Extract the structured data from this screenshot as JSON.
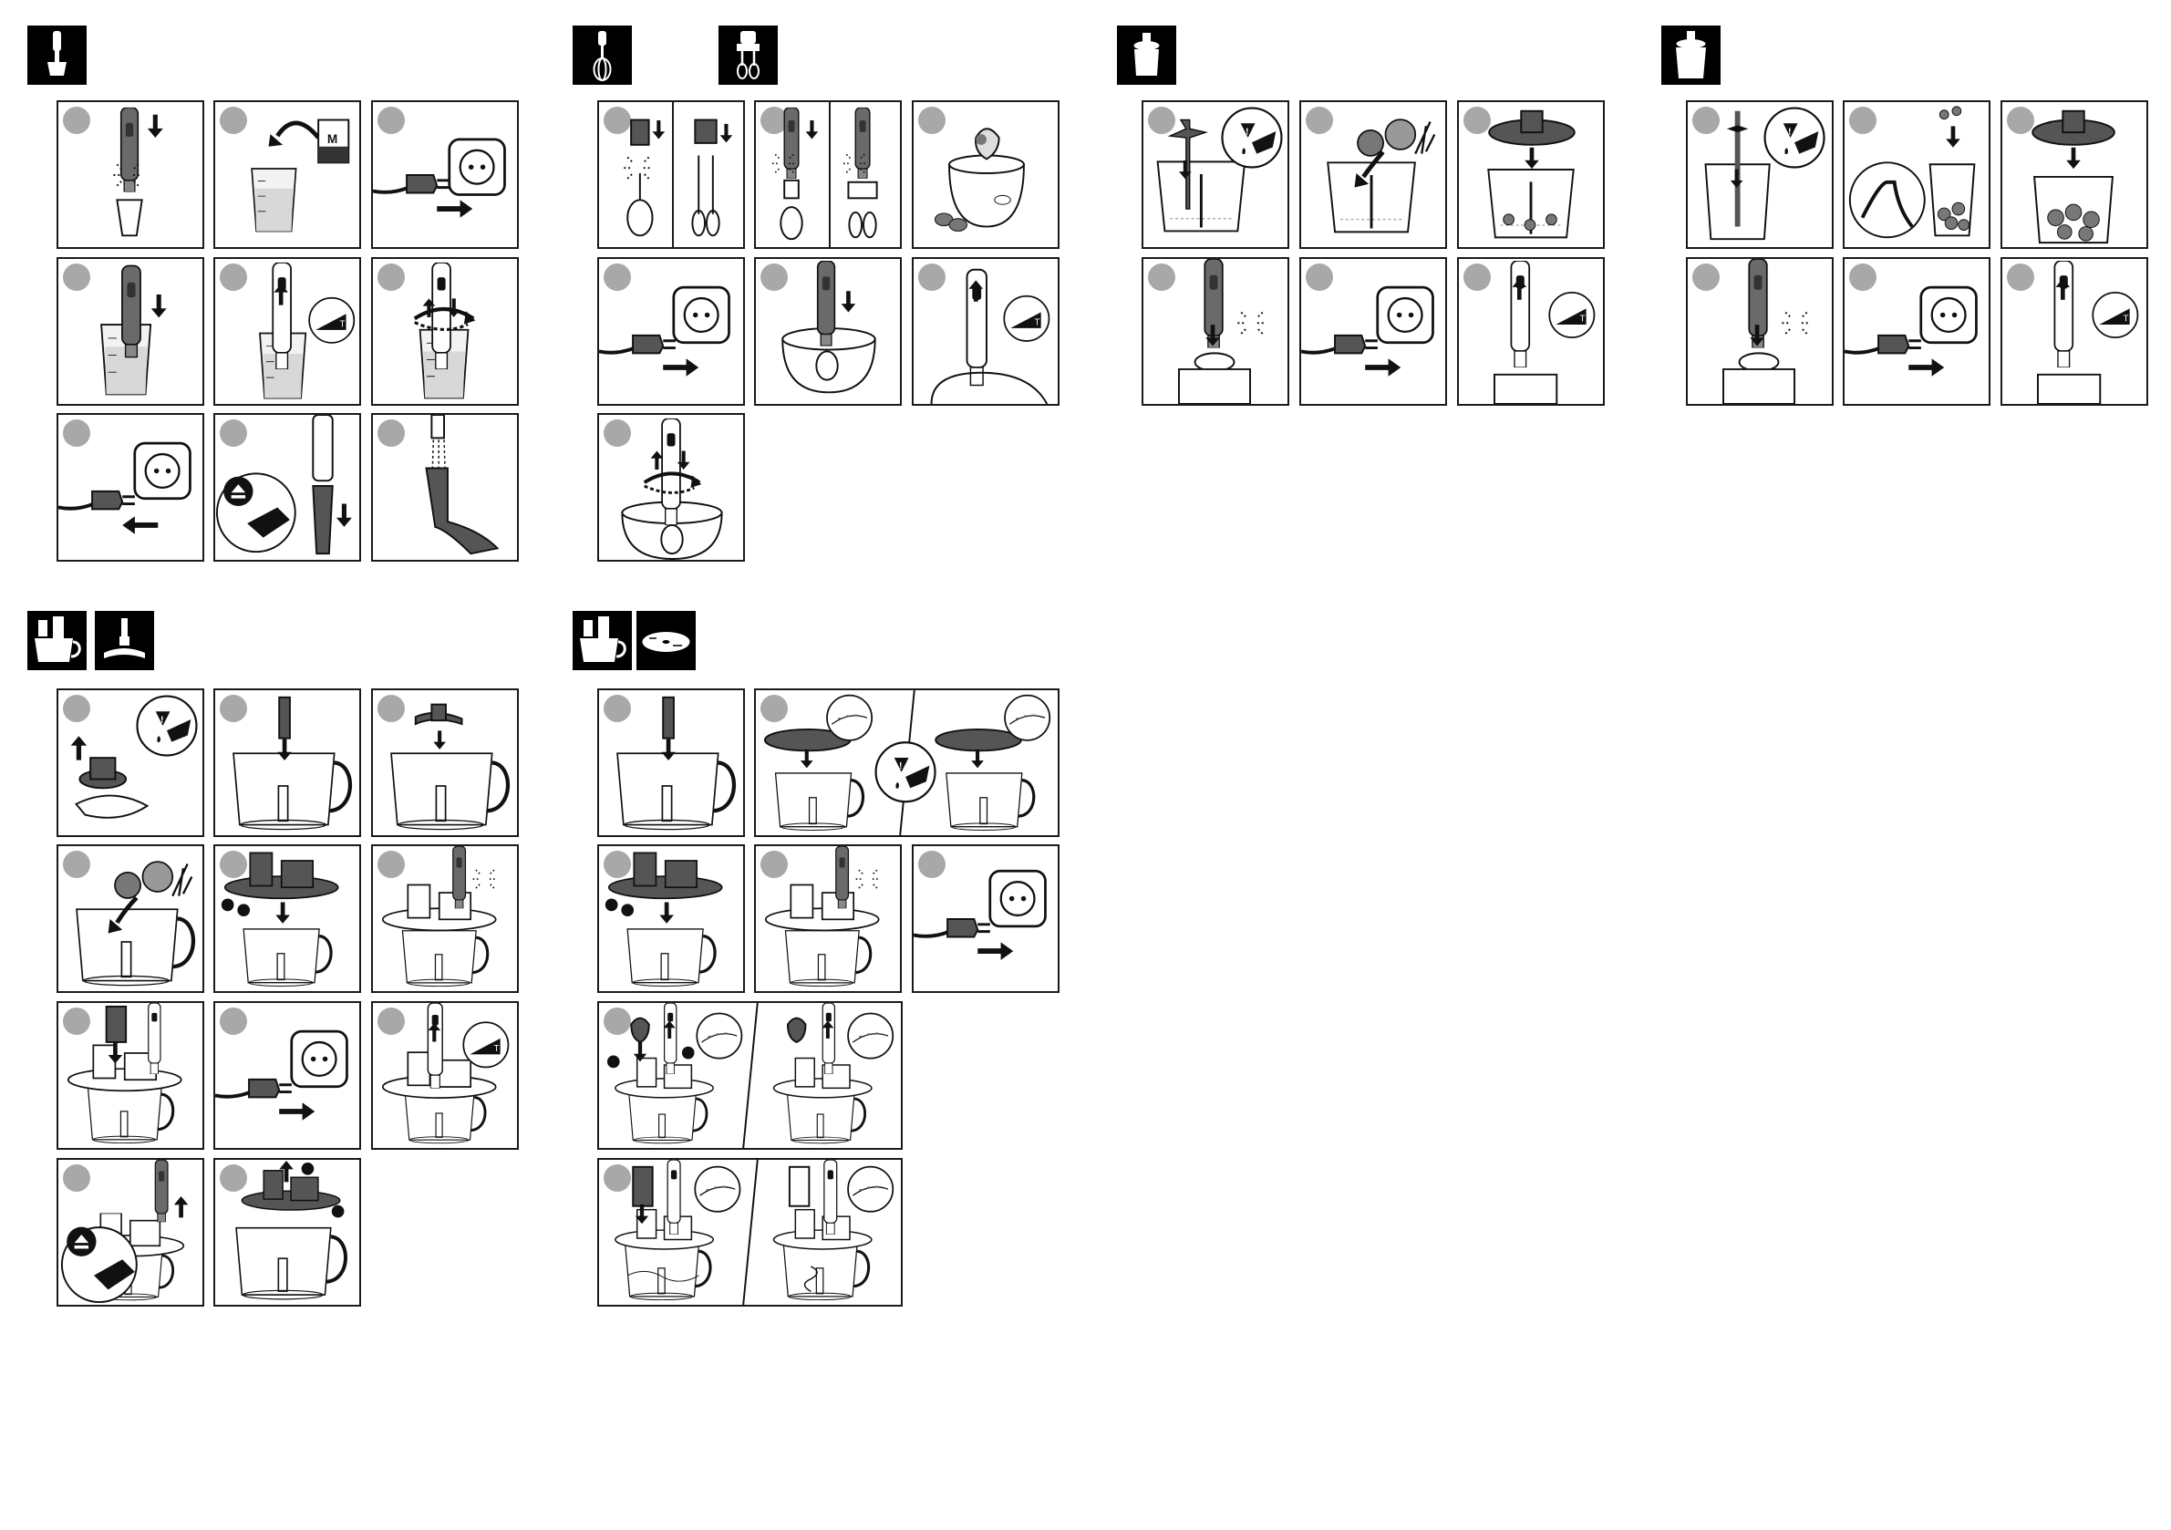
{
  "page": {
    "background": "#ffffff",
    "frame_color": "#1a1a1a",
    "step_badge_color": "#a8a8a8"
  },
  "sections": [
    {
      "id": "blender-shaft",
      "header_icons": [
        "blender-shaft-icon"
      ],
      "steps": [
        "press-on-shaft",
        "fill-beaker",
        "plug-in",
        "immerse-in-beaker",
        "select-speed",
        "blend-up-down",
        "unplug",
        "eject-shaft",
        "rinse-shaft"
      ]
    },
    {
      "id": "whisk-and-beaters",
      "header_icons": [
        "whisk-icon",
        "beaters-icon"
      ],
      "steps": [
        "attach-whisk-or-beaters",
        "attach-coupler",
        "ingredients-bowl",
        "plug-in",
        "immerse-whisk",
        "select-speed",
        "whisk-circular"
      ]
    },
    {
      "id": "chopper-small",
      "header_icons": [
        "chopper-small-icon"
      ],
      "steps": [
        "insert-blade-warning",
        "add-food",
        "fit-lid",
        "attach-motor",
        "plug-in",
        "select-speed"
      ]
    },
    {
      "id": "chopper-large",
      "header_icons": [
        "chopper-large-icon"
      ],
      "steps": [
        "insert-blade-warning",
        "add-food-slots",
        "fit-lid",
        "attach-motor",
        "plug-in",
        "select-speed"
      ]
    },
    {
      "id": "processor-blade",
      "header_icons": [
        "processor-bowl-icon",
        "processor-blade-icon"
      ],
      "steps": [
        "remove-blade-guard",
        "fit-spindle",
        "fit-blade",
        "add-food",
        "fit-lid",
        "attach-motor",
        "use-pusher",
        "plug-in",
        "select-speed",
        "eject-motor",
        "remove-lid"
      ]
    },
    {
      "id": "processor-disc",
      "header_icons": [
        "processor-bowl-icon",
        "slicing-disc-icon"
      ],
      "steps": [
        "fit-spindle",
        "choose-disc",
        "fit-lid",
        "attach-motor",
        "plug-in",
        "feed-food-variants",
        "use-pusher-variants"
      ]
    }
  ]
}
